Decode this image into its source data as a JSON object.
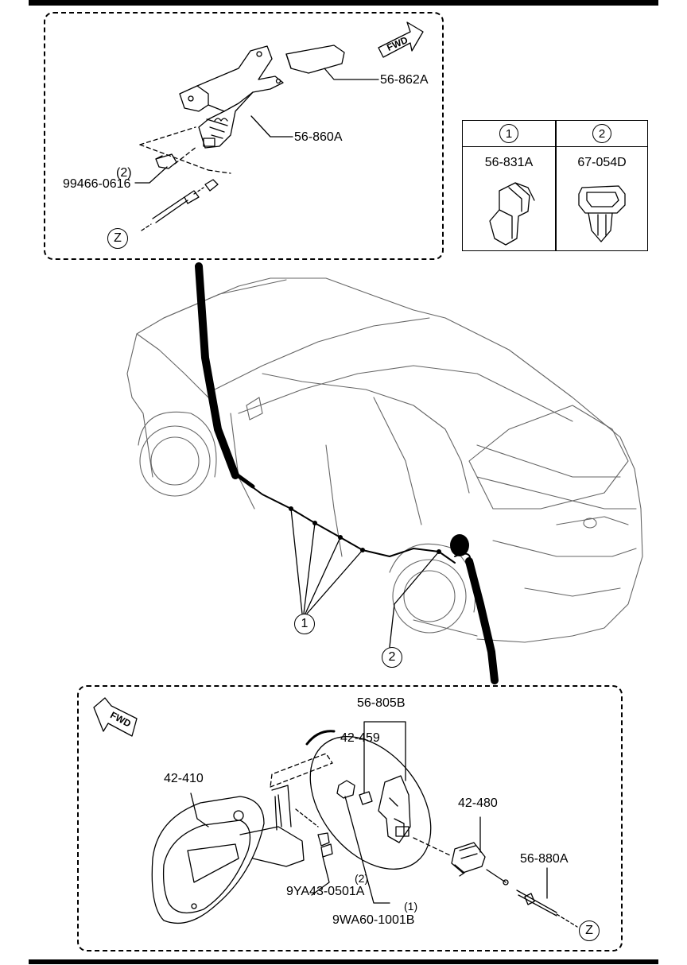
{
  "panels": {
    "top": {
      "fwd_label": "FWD",
      "parts": {
        "p1": "56-862A",
        "p2": "56-860A",
        "p3_qty": "(2)",
        "p3": "99466-0616"
      },
      "callout_z": "Z"
    },
    "bottom": {
      "fwd_label": "FWD",
      "parts": {
        "p1": "56-805B",
        "p2": "42-459",
        "p3": "42-410",
        "p4": "42-480",
        "p5": "56-880A",
        "p6_qty": "(2)",
        "p6": "9YA43-0501A",
        "p7_qty": "(1)",
        "p7": "9WA60-1001B"
      },
      "callout_z": "Z"
    }
  },
  "legend": {
    "columns": [
      {
        "number": "1",
        "part": "56-831A"
      },
      {
        "number": "2",
        "part": "67-054D"
      }
    ]
  },
  "vehicle_callouts": {
    "c1": "1",
    "c2": "2"
  }
}
